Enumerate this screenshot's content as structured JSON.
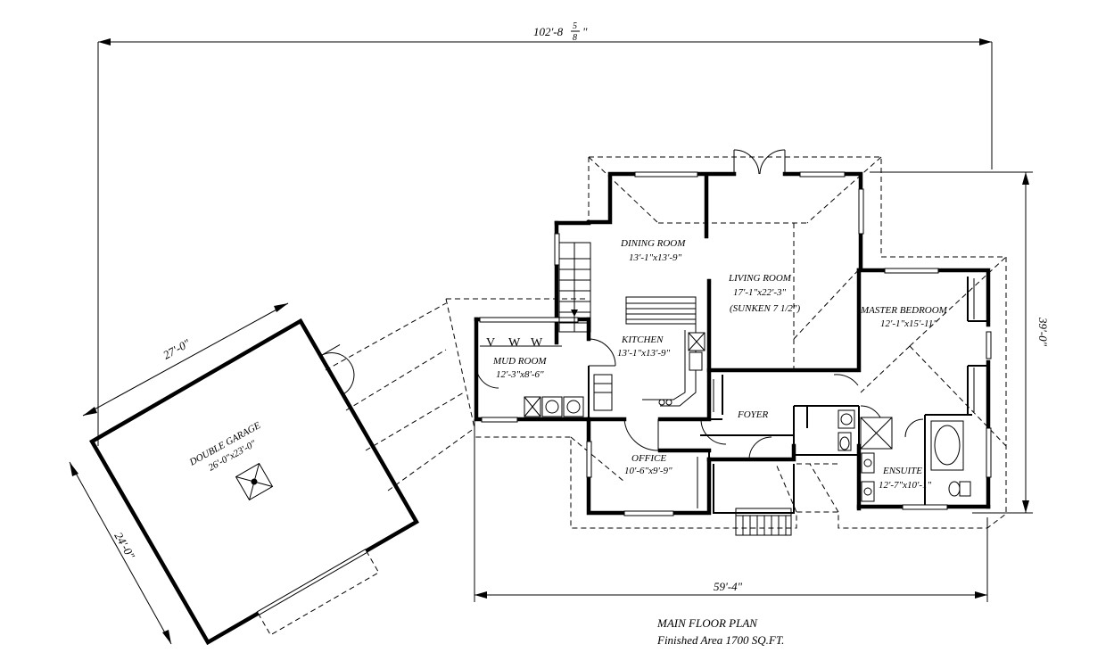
{
  "dimensions": {
    "overall_width": "102'-8",
    "overall_width_frac_num": "5",
    "overall_width_frac_den": "8",
    "overall_width_suffix": "\"",
    "house_width": "59'-4\"",
    "house_depth": "39'-0\"",
    "garage_width": "27'-0\"",
    "garage_depth": "24'-0\""
  },
  "rooms": {
    "dining": {
      "name": "DINING ROOM",
      "size": "13'-1\"x13'-9\""
    },
    "living": {
      "name": "LIVING ROOM",
      "size": "17'-1\"x22'-3\"",
      "note": "(SUNKEN 7 1/2\")"
    },
    "master": {
      "name": "MASTER BEDROOM",
      "size": "12'-1\"x15'-11\""
    },
    "kitchen": {
      "name": "KITCHEN",
      "size": "13'-1\"x13'-9\""
    },
    "mud": {
      "name": "MUD ROOM",
      "size": "12'-3\"x8'-6\""
    },
    "foyer": {
      "name": "FOYER"
    },
    "office": {
      "name": "OFFICE",
      "size": "10'-6\"x9'-9\""
    },
    "ensuite": {
      "name": "ENSUITE",
      "size": "12'-7\"x10'-1\""
    },
    "garage": {
      "name": "DOUBLE GARAGE",
      "size": "26'-0\"x23'-0\""
    }
  },
  "caption": {
    "title": "MAIN FLOOR PLAN",
    "area": "Finished Area 1700 SQ.FT."
  }
}
